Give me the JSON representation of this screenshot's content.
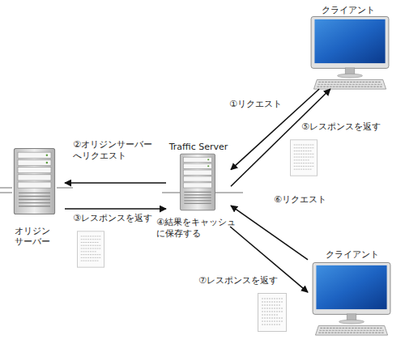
{
  "diagram": {
    "nodes": [
      {
        "text": [
          "クライアント"
        ]
      },
      {
        "text": [
          "オリジン サーバー"
        ]
      },
      {
        "text": [
          "Traffic Server"
        ]
      },
      {
        "text": [
          "クライアント"
        ]
      }
    ],
    "edges": [
      {
        "from": 0,
        "to": 2,
        "arrow": "to",
        "label": "①リクエスト"
      },
      {
        "from": 2,
        "to": 1,
        "arrow": "to",
        "label": "②オリジンサーバー へリクエスト"
      },
      {
        "from": 1,
        "to": 2,
        "arrow": "to",
        "label": "③レスポンスを返す"
      },
      {
        "from": 2,
        "to": 0,
        "arrow": "to",
        "label": "⑤レスポンスを返す"
      },
      {
        "from": 3,
        "to": 2,
        "arrow": "to",
        "label": "⑥リクエスト"
      },
      {
        "from": 2,
        "to": 3,
        "arrow": "to",
        "label": "⑦レスポンスを返す"
      }
    ],
    "labels": [
      "④結果をキャッシュ に保存する"
    ]
  }
}
